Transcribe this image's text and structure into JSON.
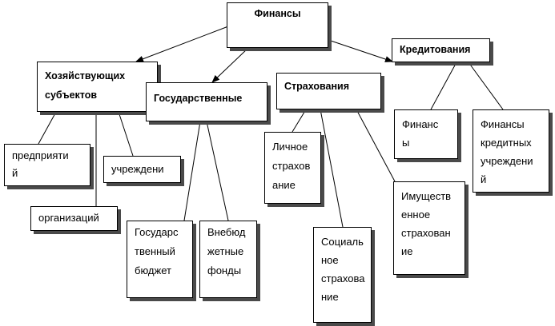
{
  "diagram": {
    "root": "Финансы",
    "branches": {
      "business": {
        "label": "Хозяйствующих\nсубъектов",
        "children": [
          "предприяти\nй",
          "учреждени",
          "организаций"
        ]
      },
      "state": {
        "label": "Государственные",
        "children": [
          "Государс\nтвенный\nбюджет",
          "Внебюд\nжетные\nфонды"
        ]
      },
      "insurance": {
        "label": "Страхования",
        "children": [
          "Личное\nстрахов\nание",
          "Социаль\nное\nстрахова\nние",
          "Имуществ\nенное\nстрахован\nие"
        ]
      },
      "credit": {
        "label": "Кредитования",
        "children": [
          "Финанс\nы",
          "Финансы\nкредитных\nучреждени\nй"
        ]
      }
    }
  }
}
